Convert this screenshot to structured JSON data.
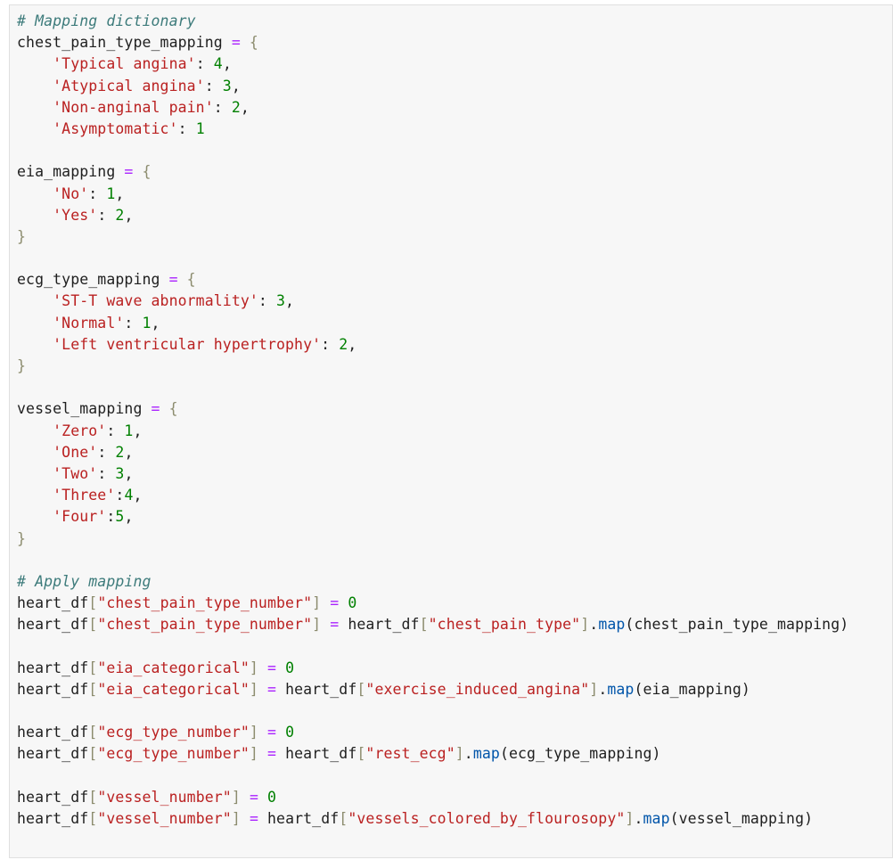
{
  "colors": {
    "comment": "#3d7b7b",
    "string": "#ba2121",
    "number": "#008000",
    "operator": "#aa22ff",
    "bracket": "#8c8c6e",
    "function": "#0055aa",
    "text": "#1f1f1f",
    "cell_background": "#f7f7f7"
  },
  "code_lines": [
    [
      [
        "comment",
        "# Mapping dictionary"
      ]
    ],
    [
      [
        "name",
        "chest_pain_type_mapping "
      ],
      [
        "op",
        "="
      ],
      [
        "name",
        " "
      ],
      [
        "brace",
        "{"
      ]
    ],
    [
      [
        "name",
        "    "
      ],
      [
        "string",
        "'Typical angina'"
      ],
      [
        "punct",
        ": "
      ],
      [
        "number",
        "4"
      ],
      [
        "punct",
        ","
      ]
    ],
    [
      [
        "name",
        "    "
      ],
      [
        "string",
        "'Atypical angina'"
      ],
      [
        "punct",
        ": "
      ],
      [
        "number",
        "3"
      ],
      [
        "punct",
        ","
      ]
    ],
    [
      [
        "name",
        "    "
      ],
      [
        "string",
        "'Non-anginal pain'"
      ],
      [
        "punct",
        ": "
      ],
      [
        "number",
        "2"
      ],
      [
        "punct",
        ","
      ]
    ],
    [
      [
        "name",
        "    "
      ],
      [
        "string",
        "'Asymptomatic'"
      ],
      [
        "punct",
        ": "
      ],
      [
        "number",
        "1"
      ]
    ],
    [],
    [
      [
        "name",
        "eia_mapping "
      ],
      [
        "op",
        "="
      ],
      [
        "name",
        " "
      ],
      [
        "brace",
        "{"
      ]
    ],
    [
      [
        "name",
        "    "
      ],
      [
        "string",
        "'No'"
      ],
      [
        "punct",
        ": "
      ],
      [
        "number",
        "1"
      ],
      [
        "punct",
        ","
      ]
    ],
    [
      [
        "name",
        "    "
      ],
      [
        "string",
        "'Yes'"
      ],
      [
        "punct",
        ": "
      ],
      [
        "number",
        "2"
      ],
      [
        "punct",
        ","
      ]
    ],
    [
      [
        "brace",
        "}"
      ]
    ],
    [],
    [
      [
        "name",
        "ecg_type_mapping "
      ],
      [
        "op",
        "="
      ],
      [
        "name",
        " "
      ],
      [
        "brace",
        "{"
      ]
    ],
    [
      [
        "name",
        "    "
      ],
      [
        "string",
        "'ST-T wave abnormality'"
      ],
      [
        "punct",
        ": "
      ],
      [
        "number",
        "3"
      ],
      [
        "punct",
        ","
      ]
    ],
    [
      [
        "name",
        "    "
      ],
      [
        "string",
        "'Normal'"
      ],
      [
        "punct",
        ": "
      ],
      [
        "number",
        "1"
      ],
      [
        "punct",
        ","
      ]
    ],
    [
      [
        "name",
        "    "
      ],
      [
        "string",
        "'Left ventricular hypertrophy'"
      ],
      [
        "punct",
        ": "
      ],
      [
        "number",
        "2"
      ],
      [
        "punct",
        ","
      ]
    ],
    [
      [
        "brace",
        "}"
      ]
    ],
    [],
    [
      [
        "name",
        "vessel_mapping "
      ],
      [
        "op",
        "="
      ],
      [
        "name",
        " "
      ],
      [
        "brace",
        "{"
      ]
    ],
    [
      [
        "name",
        "    "
      ],
      [
        "string",
        "'Zero'"
      ],
      [
        "punct",
        ": "
      ],
      [
        "number",
        "1"
      ],
      [
        "punct",
        ","
      ]
    ],
    [
      [
        "name",
        "    "
      ],
      [
        "string",
        "'One'"
      ],
      [
        "punct",
        ": "
      ],
      [
        "number",
        "2"
      ],
      [
        "punct",
        ","
      ]
    ],
    [
      [
        "name",
        "    "
      ],
      [
        "string",
        "'Two'"
      ],
      [
        "punct",
        ": "
      ],
      [
        "number",
        "3"
      ],
      [
        "punct",
        ","
      ]
    ],
    [
      [
        "name",
        "    "
      ],
      [
        "string",
        "'Three'"
      ],
      [
        "punct",
        ":"
      ],
      [
        "number",
        "4"
      ],
      [
        "punct",
        ","
      ]
    ],
    [
      [
        "name",
        "    "
      ],
      [
        "string",
        "'Four'"
      ],
      [
        "punct",
        ":"
      ],
      [
        "number",
        "5"
      ],
      [
        "punct",
        ","
      ]
    ],
    [
      [
        "brace",
        "}"
      ]
    ],
    [],
    [
      [
        "comment",
        "# Apply mapping"
      ]
    ],
    [
      [
        "name",
        "heart_df"
      ],
      [
        "brace",
        "["
      ],
      [
        "string",
        "\"chest_pain_type_number\""
      ],
      [
        "brace",
        "]"
      ],
      [
        "name",
        " "
      ],
      [
        "op",
        "="
      ],
      [
        "name",
        " "
      ],
      [
        "number",
        "0"
      ]
    ],
    [
      [
        "name",
        "heart_df"
      ],
      [
        "brace",
        "["
      ],
      [
        "string",
        "\"chest_pain_type_number\""
      ],
      [
        "brace",
        "]"
      ],
      [
        "name",
        " "
      ],
      [
        "op",
        "="
      ],
      [
        "name",
        " heart_df"
      ],
      [
        "brace",
        "["
      ],
      [
        "string",
        "\"chest_pain_type\""
      ],
      [
        "brace",
        "]"
      ],
      [
        "punct",
        "."
      ],
      [
        "func",
        "map"
      ],
      [
        "punct",
        "(chest_pain_type_mapping)"
      ]
    ],
    [],
    [
      [
        "name",
        "heart_df"
      ],
      [
        "brace",
        "["
      ],
      [
        "string",
        "\"eia_categorical\""
      ],
      [
        "brace",
        "]"
      ],
      [
        "name",
        " "
      ],
      [
        "op",
        "="
      ],
      [
        "name",
        " "
      ],
      [
        "number",
        "0"
      ]
    ],
    [
      [
        "name",
        "heart_df"
      ],
      [
        "brace",
        "["
      ],
      [
        "string",
        "\"eia_categorical\""
      ],
      [
        "brace",
        "]"
      ],
      [
        "name",
        " "
      ],
      [
        "op",
        "="
      ],
      [
        "name",
        " heart_df"
      ],
      [
        "brace",
        "["
      ],
      [
        "string",
        "\"exercise_induced_angina\""
      ],
      [
        "brace",
        "]"
      ],
      [
        "punct",
        "."
      ],
      [
        "func",
        "map"
      ],
      [
        "punct",
        "(eia_mapping)"
      ]
    ],
    [],
    [
      [
        "name",
        "heart_df"
      ],
      [
        "brace",
        "["
      ],
      [
        "string",
        "\"ecg_type_number\""
      ],
      [
        "brace",
        "]"
      ],
      [
        "name",
        " "
      ],
      [
        "op",
        "="
      ],
      [
        "name",
        " "
      ],
      [
        "number",
        "0"
      ]
    ],
    [
      [
        "name",
        "heart_df"
      ],
      [
        "brace",
        "["
      ],
      [
        "string",
        "\"ecg_type_number\""
      ],
      [
        "brace",
        "]"
      ],
      [
        "name",
        " "
      ],
      [
        "op",
        "="
      ],
      [
        "name",
        " heart_df"
      ],
      [
        "brace",
        "["
      ],
      [
        "string",
        "\"rest_ecg\""
      ],
      [
        "brace",
        "]"
      ],
      [
        "punct",
        "."
      ],
      [
        "func",
        "map"
      ],
      [
        "punct",
        "(ecg_type_mapping)"
      ]
    ],
    [],
    [
      [
        "name",
        "heart_df"
      ],
      [
        "brace",
        "["
      ],
      [
        "string",
        "\"vessel_number\""
      ],
      [
        "brace",
        "]"
      ],
      [
        "name",
        " "
      ],
      [
        "op",
        "="
      ],
      [
        "name",
        " "
      ],
      [
        "number",
        "0"
      ]
    ],
    [
      [
        "name",
        "heart_df"
      ],
      [
        "brace",
        "["
      ],
      [
        "string",
        "\"vessel_number\""
      ],
      [
        "brace",
        "]"
      ],
      [
        "name",
        " "
      ],
      [
        "op",
        "="
      ],
      [
        "name",
        " heart_df"
      ],
      [
        "brace",
        "["
      ],
      [
        "string",
        "\"vessels_colored_by_flourosopy\""
      ],
      [
        "brace",
        "]"
      ],
      [
        "punct",
        "."
      ],
      [
        "func",
        "map"
      ],
      [
        "punct",
        "(vessel_mapping)"
      ]
    ]
  ]
}
